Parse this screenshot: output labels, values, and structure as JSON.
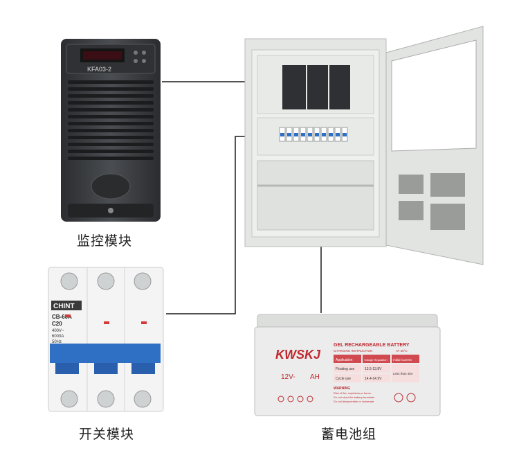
{
  "monitor": {
    "display_label": "KFA03-2",
    "caption": "监控模块"
  },
  "breaker": {
    "brand": "CHINT",
    "model": "CB-60A",
    "rating": "C20",
    "voltage": "400V~",
    "capacity": "6000A",
    "frequency": "50Hz",
    "caption": "开关模块"
  },
  "battery": {
    "brand": "KWSKJ",
    "title": "GEL RECHARGEABLE BATTERY",
    "instruction": "CHARGING INSTRUCTION",
    "temp_note": "AT 25°C",
    "table_headers": [
      "Application",
      "Voltage Regulation",
      "Initial Current"
    ],
    "rows": [
      {
        "mode": "Floating use",
        "voltage": "13.5-13.8V"
      },
      {
        "mode": "Cycle use",
        "voltage": "14.4-14.9V"
      }
    ],
    "initial_current": "Less than 45A",
    "spec_left": "12V-",
    "spec_right": "AH",
    "warning_title": "WARNING",
    "warnings": [
      "Risk of fire, explosion,or burns.",
      "Do not short the battery terminals.",
      "Do not disassemble or incinerate."
    ],
    "caption": "蓄电池组"
  },
  "colors": {
    "cabinet": "#e4e6e4",
    "breaker_blue": "#2f6fc4",
    "monitor_body": "#3a3d40",
    "connector": "#1a1a1a"
  }
}
